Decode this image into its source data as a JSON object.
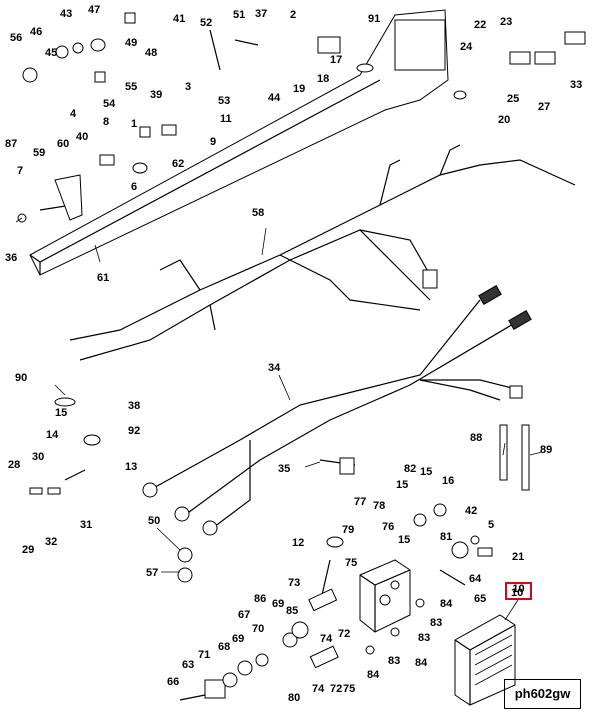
{
  "figure_code": "ph602gw",
  "highlighted_callout": "10",
  "highlight_color": "#e0001a",
  "callouts": [
    "1",
    "2",
    "3",
    "4",
    "5",
    "6",
    "7",
    "8",
    "9",
    "10",
    "11",
    "12",
    "13",
    "14",
    "15",
    "16",
    "17",
    "18",
    "19",
    "20",
    "21",
    "22",
    "23",
    "24",
    "25",
    "27",
    "28",
    "29",
    "30",
    "31",
    "32",
    "33",
    "34",
    "35",
    "36",
    "37",
    "38",
    "39",
    "40",
    "41",
    "42",
    "43",
    "44",
    "45",
    "46",
    "47",
    "48",
    "49",
    "50",
    "51",
    "52",
    "53",
    "54",
    "55",
    "56",
    "57",
    "58",
    "59",
    "60",
    "61",
    "62",
    "63",
    "64",
    "65",
    "66",
    "67",
    "68",
    "69",
    "70",
    "71",
    "72",
    "73",
    "74",
    "75",
    "76",
    "77",
    "78",
    "79",
    "80",
    "81",
    "82",
    "83",
    "84",
    "85",
    "86",
    "87",
    "88",
    "89",
    "90",
    "91",
    "92"
  ]
}
